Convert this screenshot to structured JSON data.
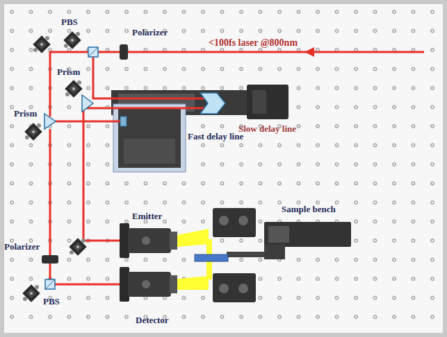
{
  "diagram": {
    "labels": [
      "PBS",
      "Polarizer",
      "<100fs laser @800nm",
      "Prism",
      "Slow delay line",
      "Prism",
      "Fast delay line",
      "Emitter",
      "Sample bench",
      "Polarizer",
      "PBS",
      "Detector"
    ]
  }
}
